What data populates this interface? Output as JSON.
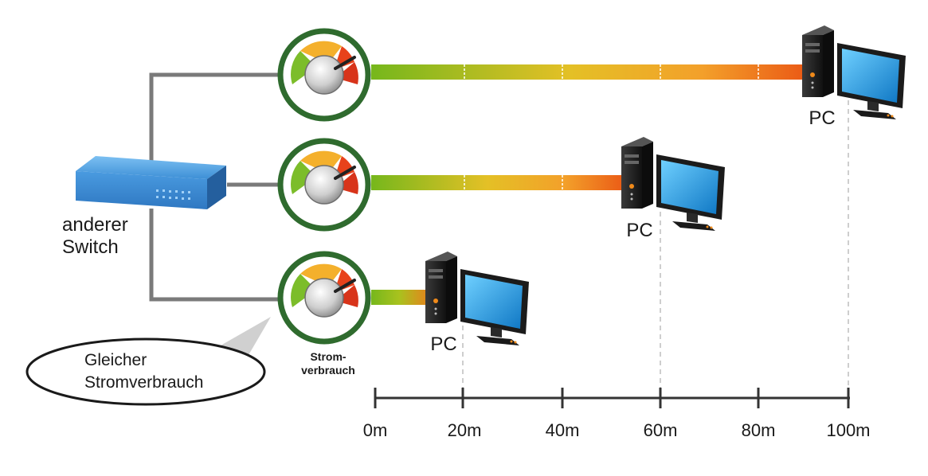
{
  "switch": {
    "label_line1": "anderer",
    "label_line2": "Switch"
  },
  "callout": {
    "line1": "Gleicher",
    "line2": "Stromverbrauch"
  },
  "gauge_caption": {
    "line1": "Strom-",
    "line2": "verbrauch"
  },
  "pc_label": "PC",
  "axis": {
    "unit": "m",
    "ticks": [
      "0m",
      "20m",
      "40m",
      "60m",
      "80m",
      "100m"
    ]
  },
  "links": [
    {
      "name": "link-top",
      "pc_label": "PC",
      "distance_m": 100
    },
    {
      "name": "link-middle",
      "pc_label": "PC",
      "distance_m": 60
    },
    {
      "name": "link-bottom",
      "pc_label": "PC",
      "distance_m": 20
    }
  ],
  "colors": {
    "cable_start": "#7dbb1e",
    "cable_mid": "#e8c12a",
    "cable_end": "#ea5a16",
    "gauge_ring": "#2f6b2e",
    "switch_blue": "#3d8fd6",
    "monitor_screen": "#1f8fd8"
  }
}
